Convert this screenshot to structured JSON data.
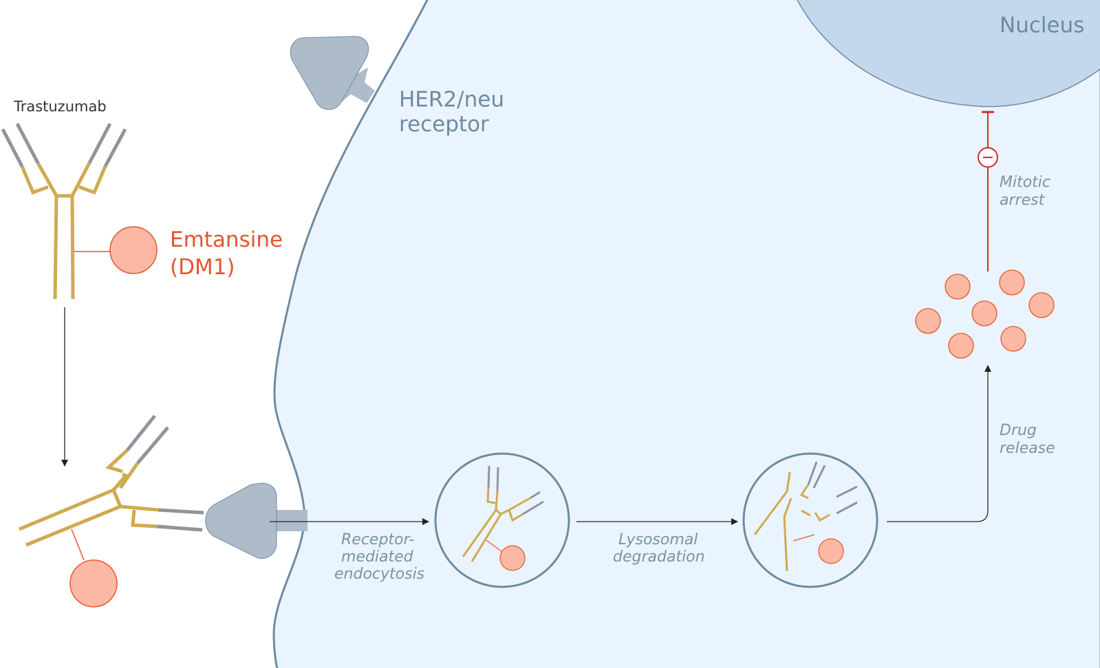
{
  "labels": {
    "antibody": "Trastuzumab",
    "drug_line1": "Emtansine",
    "drug_line2": "(DM1)",
    "receptor_line1": "HER2/neu",
    "receptor_line2": "receptor",
    "nucleus": "Nucleus",
    "mitotic_line1": "Mitotic",
    "mitotic_line2": "arrest",
    "drug_release_line1": "Drug",
    "drug_release_line2": "release",
    "endocytosis_line1": "Receptor-",
    "endocytosis_line2": "mediated",
    "endocytosis_line3": "endocytosis",
    "lysosomal_line1": "Lysosomal",
    "lysosomal_line2": "degradation"
  },
  "colors": {
    "antibody_heavy": "#d0aa50",
    "antibody_variable": "#8e959c",
    "drug_fill": "#fbb9a4",
    "drug_stroke": "#e5562e",
    "cell_fill": "#eaf4fe",
    "cell_membrane": "#6e8aa3",
    "nucleus_fill": "#c3d8ec",
    "receptor_fill": "#aebbc8",
    "inhibition_red": "#d42a2a",
    "arrow": "#222222"
  },
  "free_drug_molecule_count": 7
}
